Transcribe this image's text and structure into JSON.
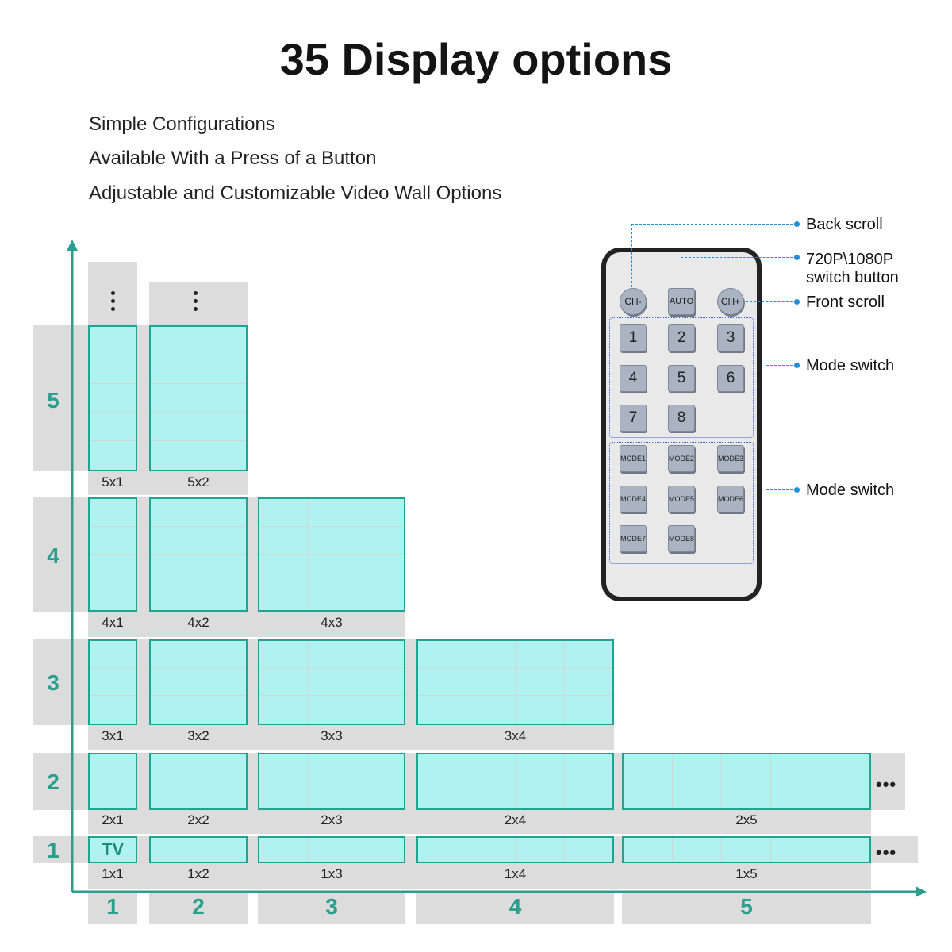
{
  "title": "35 Display options",
  "features": [
    "Simple Configurations",
    "Available With a Press of a Button",
    "Adjustable and Customizable Video Wall Options"
  ],
  "colors": {
    "tile_fill": "#b0f2ef",
    "tile_border": "#1ea590",
    "axis": "#2a9f8e",
    "band": "#dcdcdc"
  },
  "grid": {
    "row_labels": [
      "1",
      "2",
      "3",
      "4",
      "5"
    ],
    "col_labels": [
      "1",
      "2",
      "3",
      "4",
      "5"
    ],
    "ellipsis": "•••",
    "tiles": [
      {
        "label": "5x1",
        "rows": 5,
        "cols": 1
      },
      {
        "label": "5x2",
        "rows": 5,
        "cols": 2
      },
      {
        "label": "4x1",
        "rows": 4,
        "cols": 1
      },
      {
        "label": "4x2",
        "rows": 4,
        "cols": 2
      },
      {
        "label": "4x3",
        "rows": 4,
        "cols": 3
      },
      {
        "label": "3x1",
        "rows": 3,
        "cols": 1
      },
      {
        "label": "3x2",
        "rows": 3,
        "cols": 2
      },
      {
        "label": "3x3",
        "rows": 3,
        "cols": 3
      },
      {
        "label": "3x4",
        "rows": 3,
        "cols": 4
      },
      {
        "label": "2x1",
        "rows": 2,
        "cols": 1
      },
      {
        "label": "2x2",
        "rows": 2,
        "cols": 2
      },
      {
        "label": "2x3",
        "rows": 2,
        "cols": 3
      },
      {
        "label": "2x4",
        "rows": 2,
        "cols": 4
      },
      {
        "label": "2x5",
        "rows": 2,
        "cols": 5
      },
      {
        "label": "1x1",
        "rows": 1,
        "cols": 1,
        "text": "TV"
      },
      {
        "label": "1x2",
        "rows": 1,
        "cols": 2
      },
      {
        "label": "1x3",
        "rows": 1,
        "cols": 3
      },
      {
        "label": "1x4",
        "rows": 1,
        "cols": 4
      },
      {
        "label": "1x5",
        "rows": 1,
        "cols": 5
      }
    ]
  },
  "remote": {
    "top_buttons": [
      "CH-",
      "AUTO",
      "CH+"
    ],
    "number_buttons": [
      "1",
      "2",
      "3",
      "4",
      "5",
      "6",
      "7",
      "8"
    ],
    "mode_buttons": [
      "MODE1",
      "MODE2",
      "MODE3",
      "MODE4",
      "MODE5",
      "MODE6",
      "MODE7",
      "MODE8"
    ]
  },
  "callouts": {
    "back_scroll": "Back scroll",
    "resolution_line1": "720P\\1080P",
    "resolution_line2": "switch button",
    "front_scroll": "Front scroll",
    "mode_switch_numbers": "Mode switch",
    "mode_switch_modes": "Mode switch"
  }
}
